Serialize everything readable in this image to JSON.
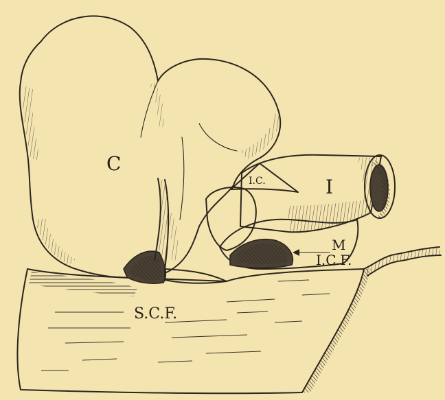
{
  "figure": {
    "background_color": "#f3e4b0",
    "ink_color": "#2b251d",
    "labels": {
      "cecum": "C",
      "ileum": "I",
      "ileocecal": "I.C.",
      "mesentery": "M",
      "ileocecal_fossa": "I.C.F.",
      "subcecal_fossa": "S.C.F."
    }
  }
}
